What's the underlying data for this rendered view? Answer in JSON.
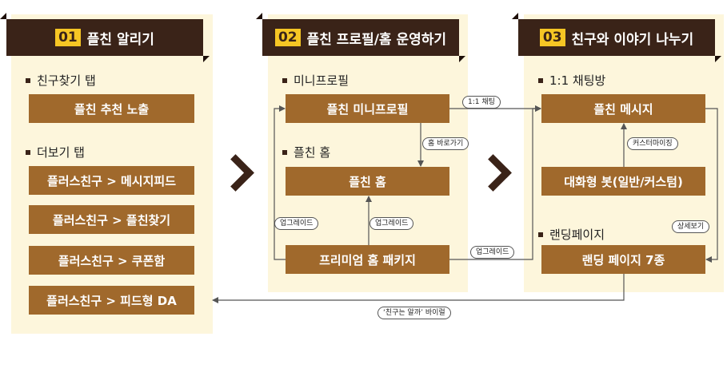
{
  "columns": [
    {
      "num": "01",
      "title": "플친 알리기",
      "sections": [
        {
          "label": "친구찾기 탭",
          "boxes": [
            "플친 추천 노출"
          ]
        },
        {
          "label": "더보기 탭",
          "boxes": [
            "플러스친구 > 메시지피드",
            "플러스친구 > 플친찾기",
            "플러스친구 > 쿠폰함",
            "플러스친구 > 피드형 DA"
          ]
        }
      ]
    },
    {
      "num": "02",
      "title": "플친 프로필/홈 운영하기",
      "sections": [
        {
          "label": "미니프로필",
          "boxes": [
            "플친 미니프로필"
          ]
        },
        {
          "label": "플친 홈",
          "boxes": [
            "플친 홈",
            "프리미엄 홈 패키지"
          ]
        }
      ]
    },
    {
      "num": "03",
      "title": "친구와 이야기 나누기",
      "sections": [
        {
          "label": "1:1 채팅방",
          "boxes": [
            "플친 메시지",
            "대화형 봇(일반/커스텀)"
          ]
        },
        {
          "label": "랜딩페이지",
          "boxes": [
            "랜딩 페이지 7종"
          ]
        }
      ]
    }
  ],
  "connectors": {
    "chat_1to1": "1:1 채팅",
    "home_shortcut": "홈 바로가기",
    "upgrade_left": "업그레이드",
    "upgrade_mid": "업그레이드",
    "upgrade_right": "업그레이드",
    "customizing": "커스터마이징",
    "details": "상세보기",
    "viral": "‘친구는 알까’ 바이럴"
  },
  "colors": {
    "header": "#3a2318",
    "box": "#a0692c",
    "panel": "#fdf6dc",
    "accent": "#f6c624"
  }
}
